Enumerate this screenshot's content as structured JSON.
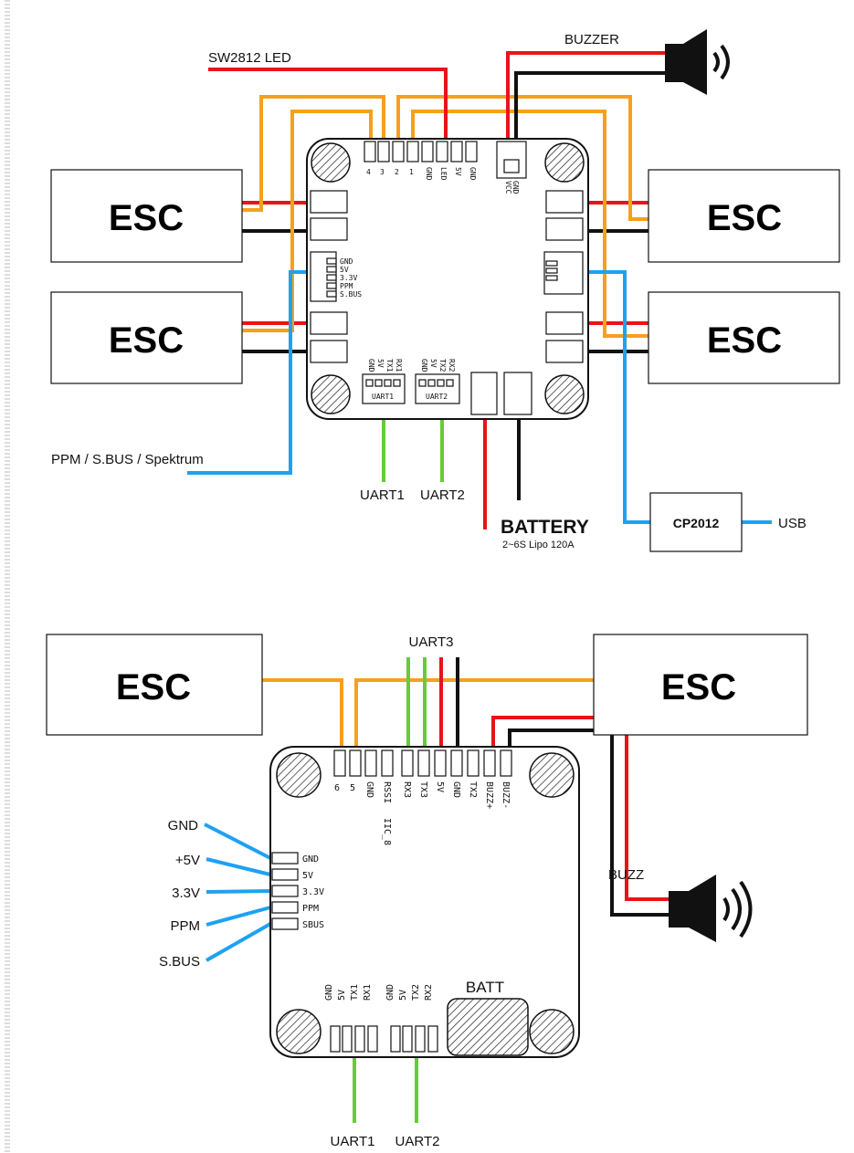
{
  "top_diagram": {
    "esc_labels": [
      "ESC",
      "ESC",
      "ESC",
      "ESC"
    ],
    "led_label": "SW2812 LED",
    "buzzer_label": "BUZZER",
    "motor_pins": [
      "4",
      "3",
      "2",
      "1"
    ],
    "header_pins": [
      "GND",
      "LED",
      "5V",
      "GND"
    ],
    "buzzer_pins": [
      "GND",
      "VCC"
    ],
    "rx_pins": [
      "GND",
      "5V",
      "3.3V",
      "PPM",
      "S.BUS"
    ],
    "uart1_pins": [
      "GND",
      "5V",
      "TX1",
      "RX1"
    ],
    "uart2_pins": [
      "GND",
      "5V",
      "TX2",
      "RX2"
    ],
    "uart1_conn": "UART1",
    "uart2_conn": "UART2",
    "uart1_label": "UART1",
    "uart2_label": "UART2",
    "ppm_label": "PPM / S.BUS / Spektrum",
    "battery_label": "BATTERY",
    "battery_sub": "2~6S Lipo   120A",
    "cp_label": "CP2012",
    "usb_label": "USB"
  },
  "bottom_diagram": {
    "esc_labels": [
      "ESC",
      "ESC"
    ],
    "uart3_label": "UART3",
    "top_pins": [
      "6",
      "5",
      "GND",
      "RSSI",
      "RX3",
      "TX3",
      "5V",
      "GND",
      "TX2",
      "BUZZ+",
      "BUZZ-"
    ],
    "iic_label": "IIC_8",
    "side_pins": [
      "GND",
      "5V",
      "3.3V",
      "PPM",
      "SBUS"
    ],
    "side_labels": [
      "GND",
      "+5V",
      "3.3V",
      "PPM",
      "S.BUS"
    ],
    "buzz_label": "BUZZ",
    "uart1_pins": [
      "GND",
      "5V",
      "TX1",
      "RX1"
    ],
    "uart2_pins": [
      "GND",
      "5V",
      "TX2",
      "RX2"
    ],
    "batt_label": "BATT",
    "uart1_label": "UART1",
    "uart2_label": "UART2"
  }
}
